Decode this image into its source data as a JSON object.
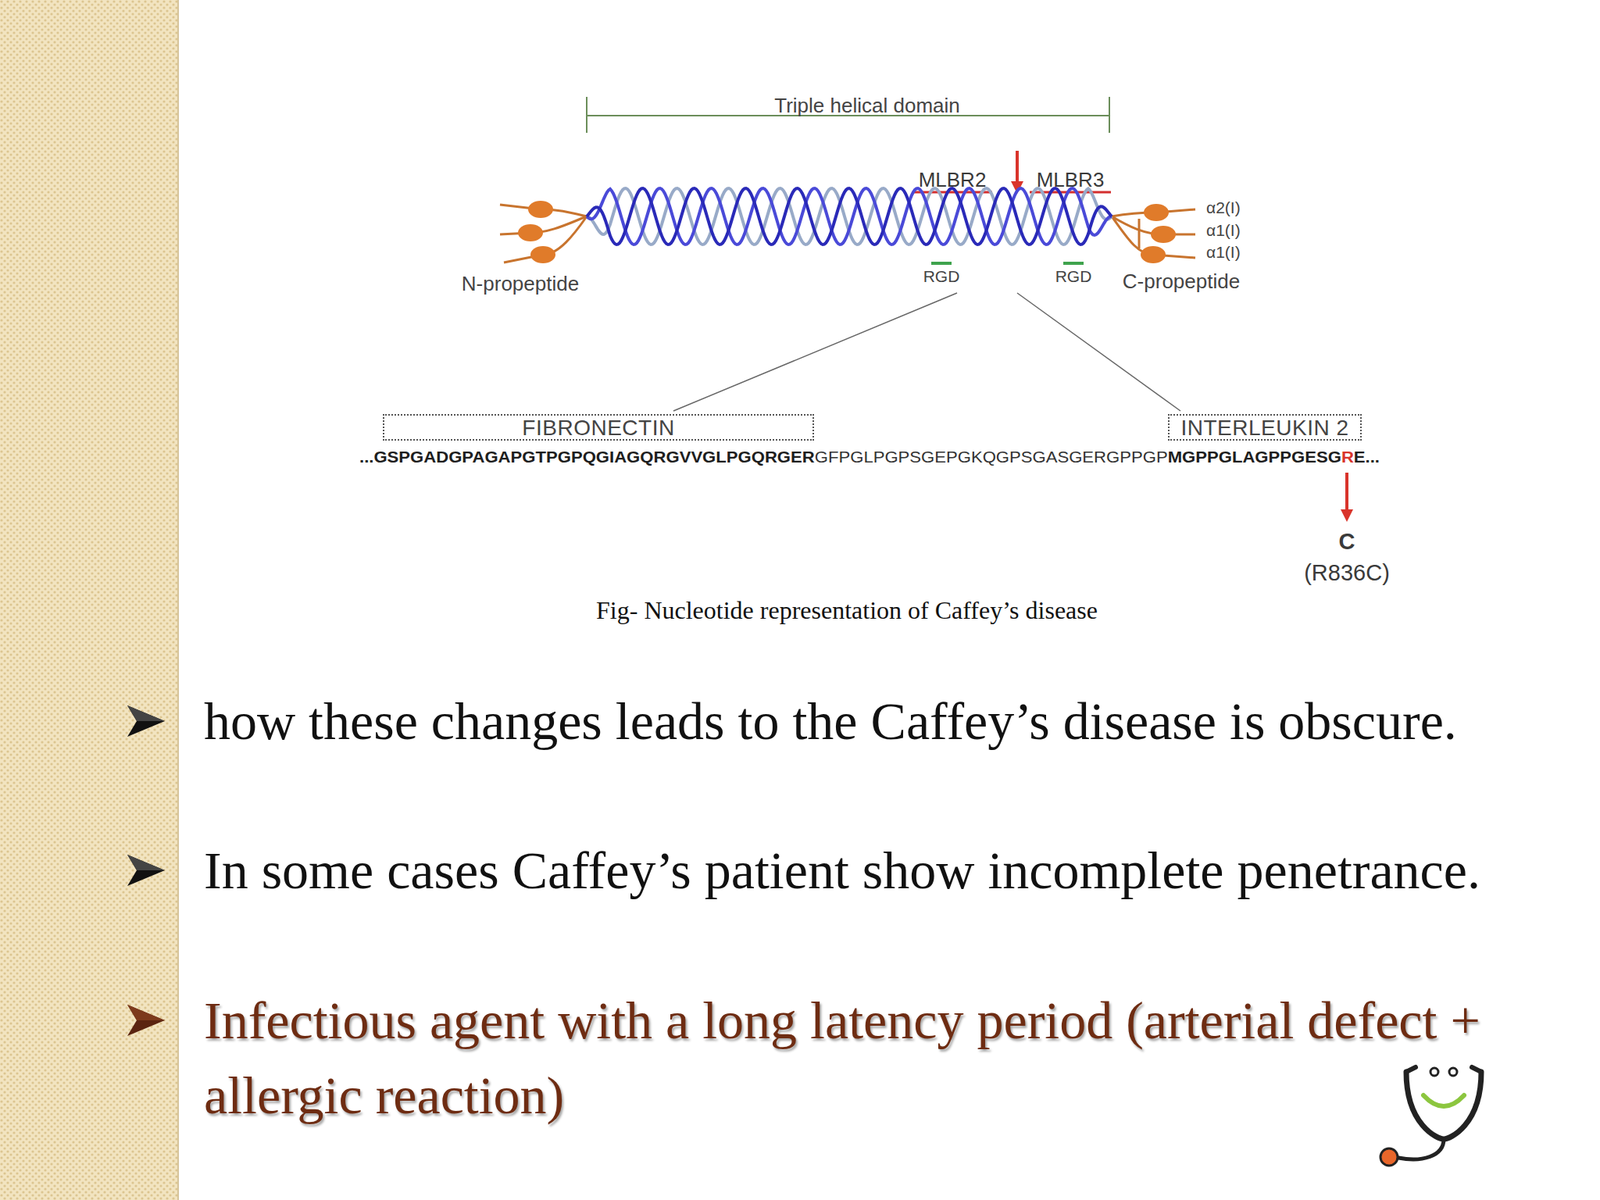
{
  "diagram": {
    "caption": "Fig- Nucleotide representation of Caffey’s disease",
    "nodes": [
      {
        "text": [
          "FIBRONECTIN"
        ]
      },
      {
        "text": [
          "INTERLEUKIN 2"
        ]
      }
    ],
    "labels": [
      "Triple helical domain",
      "MLBR2",
      "MLBR3",
      "α2(I)",
      "α1(I)",
      "α1(I)",
      "N-propeptide",
      "RGD",
      "RGD",
      "C-propeptide",
      "...GSPGADGPAGAPGTPGPQGIAGQRGVVGLPGQRGER",
      "GFPGLPGPSGEPGKQGPSGASGERGPPGP",
      "MGPPGLAGPPGESG",
      "R",
      "E...",
      "C",
      "(R836C)",
      "how these changes leads to the Caffey’s disease is obscure.",
      "In some cases Caffey’s patient show incomplete penetrance.",
      "Infectious agent with a long latency period (arterial defect + allergic reaction)"
    ]
  }
}
